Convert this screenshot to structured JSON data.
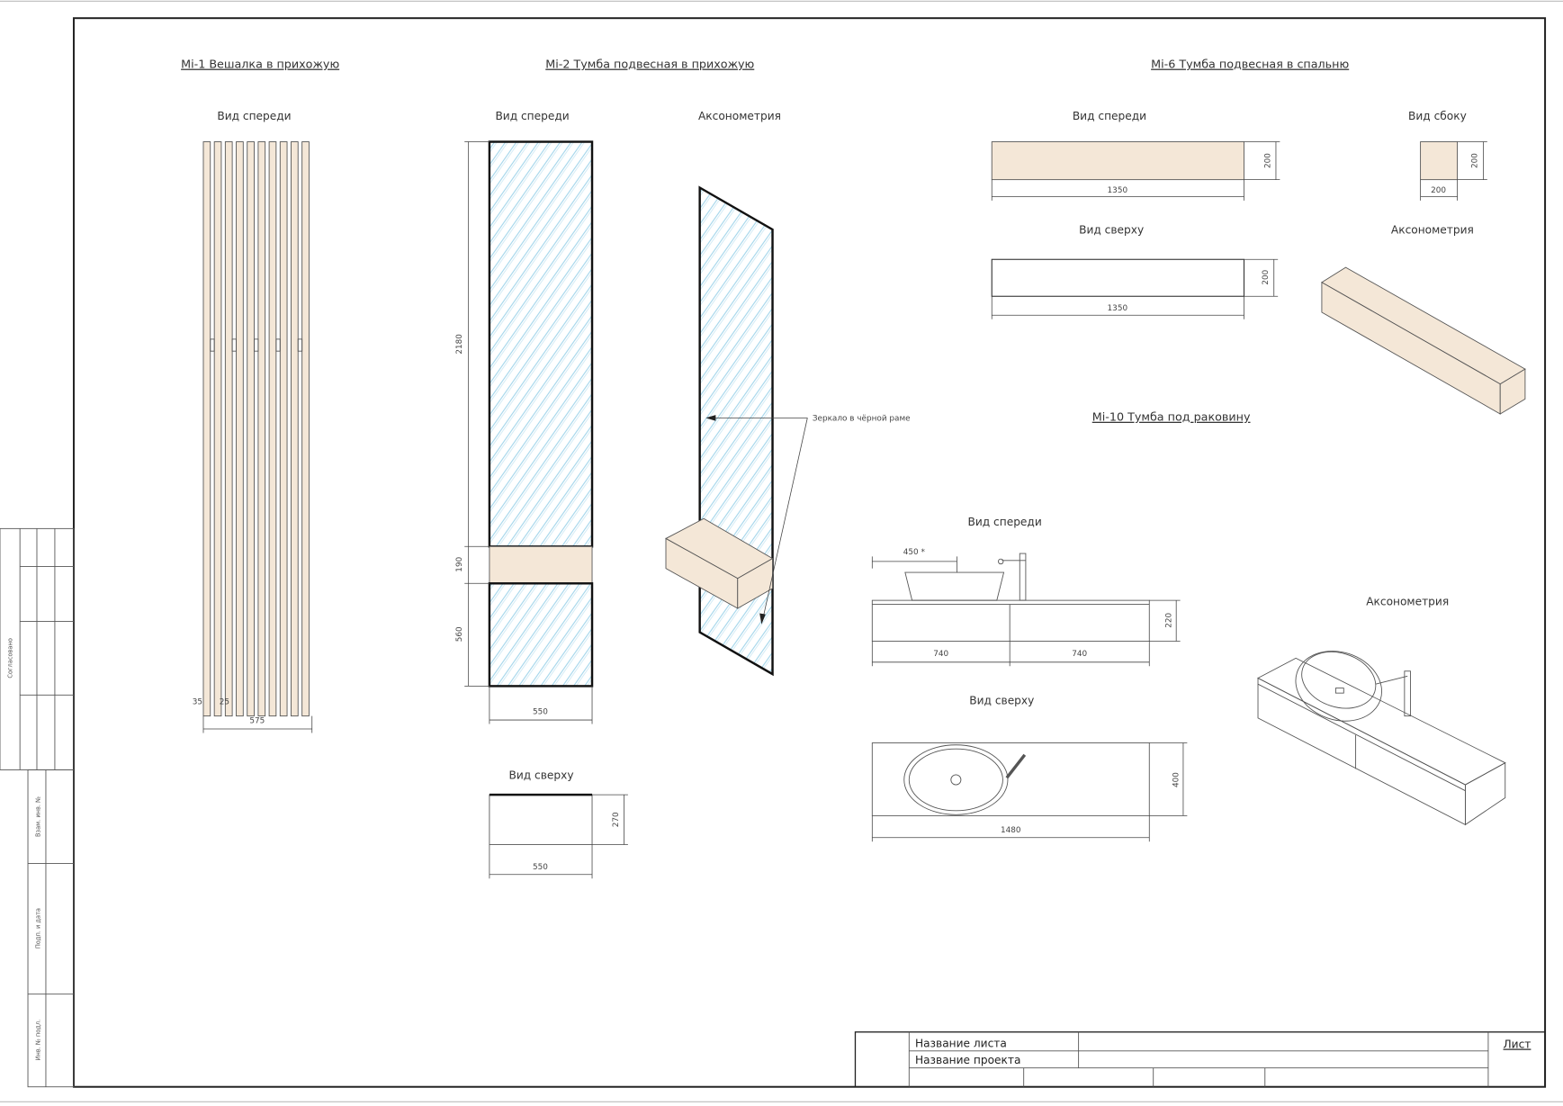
{
  "sheet": {
    "side_stamp": {
      "agreed": "Согласовано",
      "replaced_inv": "Взам. инв. №",
      "sign_date": "Подп. и дата",
      "inv_original": "Инв. № подл."
    },
    "title_block": {
      "sheet_name_label": "Название листа",
      "project_name_label": "Название проекта",
      "sheet_label": "Лист"
    }
  },
  "mi1": {
    "title": "Mi-1 Вешалка в прихожую",
    "front_view": "Вид спереди",
    "dims": {
      "total_width": "575",
      "slat_gap": "35",
      "slat_width": "25"
    }
  },
  "mi2": {
    "title": "Mi-2 Тумба подвесная в прихожую",
    "front_view": "Вид спереди",
    "axonometry": "Аксонометрия",
    "top_view": "Вид сверху",
    "callout": "Зеркало в чёрной раме",
    "dims": {
      "mirror_upper": "2180",
      "shelf": "190",
      "mirror_lower": "560",
      "width": "550",
      "top_width": "550",
      "depth": "270"
    }
  },
  "mi6": {
    "title": "Mi-6 Тумба подвесная в спальню",
    "front_view": "Вид спереди",
    "side_view": "Вид сбоку",
    "top_view": "Вид сверху",
    "axonometry": "Аксонометрия",
    "dims": {
      "front_width": "1350",
      "front_height": "200",
      "side_width": "200",
      "side_height": "200",
      "top_width": "1350",
      "top_depth": "200"
    }
  },
  "mi10": {
    "title": "Mi-10 Тумба под раковину",
    "front_view": "Вид спереди",
    "top_view": "Вид сверху",
    "axonometry": "Аксонометрия",
    "dims": {
      "basin": "450 *",
      "height": "220",
      "left": "740",
      "right": "740",
      "top_depth": "400",
      "top_width": "1480"
    }
  }
}
